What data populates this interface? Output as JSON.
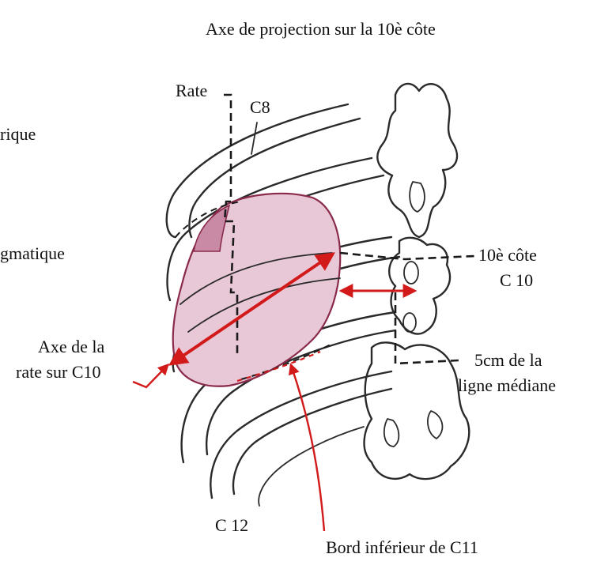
{
  "labels": {
    "title": "Axe de projection sur la 10è côte",
    "rate": "Rate",
    "c8": "C8",
    "left_cut_1": "rique",
    "left_cut_2": "gmatique",
    "tenth_rib": "10è côte",
    "c10": "C 10",
    "axis_line1": "Axe de la",
    "axis_line2": "rate sur C10",
    "distance_line1": "5cm de la",
    "distance_line2": "ligne médiane",
    "c12": "C 12",
    "lower_border": "Bord inférieur de C11"
  },
  "colors": {
    "annotation_red": "#d21a1a",
    "spleen_fill": "#e8c7d6",
    "spleen_stroke": "#8a2a4a",
    "line": "#2a2a2a"
  }
}
